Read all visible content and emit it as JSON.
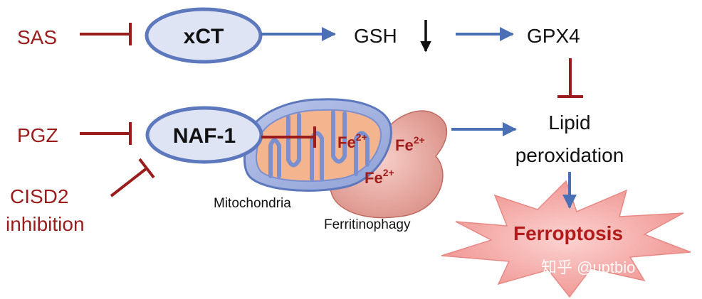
{
  "inhibitors": {
    "sas": "SAS",
    "pgz": "PGZ",
    "cisd2_line1": "CISD2",
    "cisd2_line2": "inhibition"
  },
  "nodes": {
    "xct": "xCT",
    "naf1": "NAF-1",
    "gsh": "GSH",
    "gpx4": "GPX4",
    "lipid_line1": "Lipid",
    "lipid_line2": "peroxidation",
    "ferroptosis": "Ferroptosis"
  },
  "organelles": {
    "mitochondria": "Mitochondria",
    "ferritinophagy": "Ferritinophagy"
  },
  "iron": {
    "label": "Fe",
    "charge": "2+"
  },
  "watermark": "知乎 @uptbio",
  "colors": {
    "inhibit_red": "#9b1c1c",
    "activate_blue": "#4a6fb5",
    "oval_fill": "#dfe4f4",
    "oval_stroke": "#5d78bd",
    "burst_fill": "#f4a9a6",
    "ferroptosis_text": "#b31b1b"
  }
}
